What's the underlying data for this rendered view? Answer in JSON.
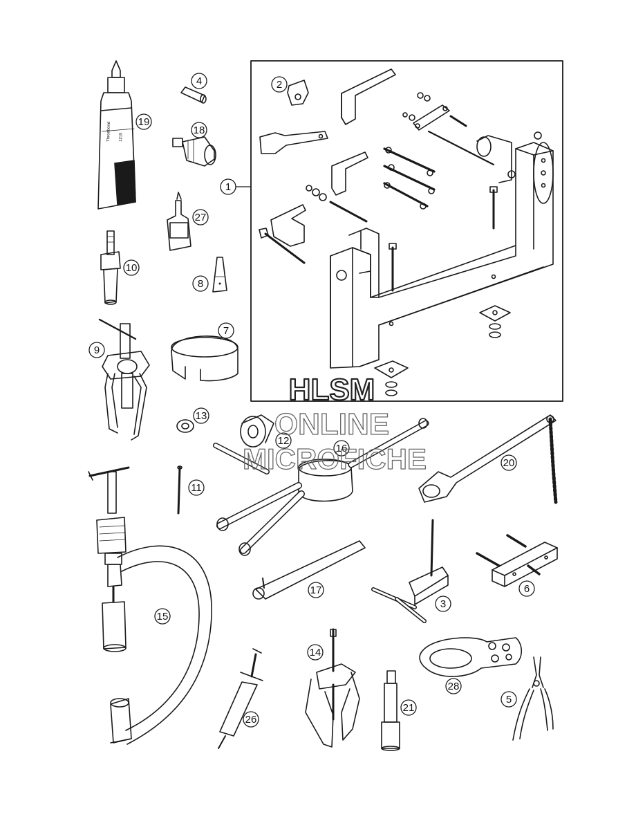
{
  "watermark": {
    "line1": "HLSM",
    "line2": "ONLINE",
    "line3": "MICROFICHE"
  },
  "tube": {
    "brand": "Threebond",
    "number": "1215"
  },
  "callouts": [
    {
      "id": "c1",
      "label": "1"
    },
    {
      "id": "c2",
      "label": "2"
    },
    {
      "id": "c3",
      "label": "3"
    },
    {
      "id": "c4",
      "label": "4"
    },
    {
      "id": "c5",
      "label": "5"
    },
    {
      "id": "c6",
      "label": "6"
    },
    {
      "id": "c7",
      "label": "7"
    },
    {
      "id": "c8",
      "label": "8"
    },
    {
      "id": "c9",
      "label": "9"
    },
    {
      "id": "c10",
      "label": "10"
    },
    {
      "id": "c11",
      "label": "11"
    },
    {
      "id": "c12",
      "label": "12"
    },
    {
      "id": "c13",
      "label": "13"
    },
    {
      "id": "c14",
      "label": "14"
    },
    {
      "id": "c15",
      "label": "15"
    },
    {
      "id": "c16",
      "label": "16"
    },
    {
      "id": "c17",
      "label": "17"
    },
    {
      "id": "c18",
      "label": "18"
    },
    {
      "id": "c19",
      "label": "19"
    },
    {
      "id": "c20",
      "label": "20"
    },
    {
      "id": "c21",
      "label": "21"
    },
    {
      "id": "c26",
      "label": "26"
    },
    {
      "id": "c27",
      "label": "27"
    },
    {
      "id": "c28",
      "label": "28"
    }
  ]
}
